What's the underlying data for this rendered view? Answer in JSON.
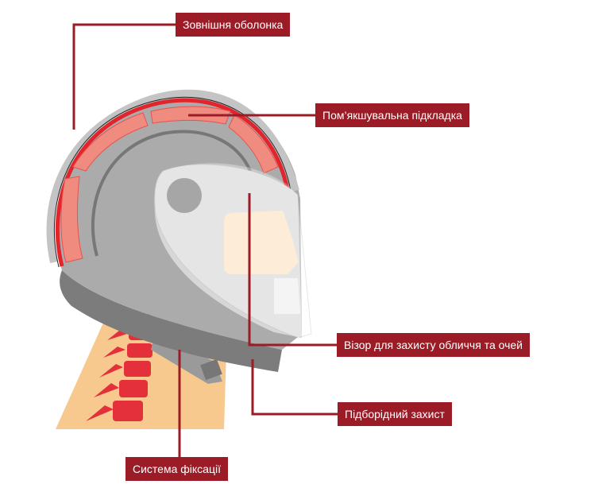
{
  "labels": {
    "outer_shell": "Зовнішня оболонка",
    "padding": "Пом’якшувальна підкладка",
    "visor": "Візор для захисту обличчя та очей",
    "chin_guard": "Підборідний захист",
    "retention_system": "Система фіксації"
  },
  "colors": {
    "accent": "#9b1c26",
    "shell": "#e3242b",
    "pad": "#f08b80",
    "helmet": "#ababab",
    "skin": "#f7c98f"
  }
}
